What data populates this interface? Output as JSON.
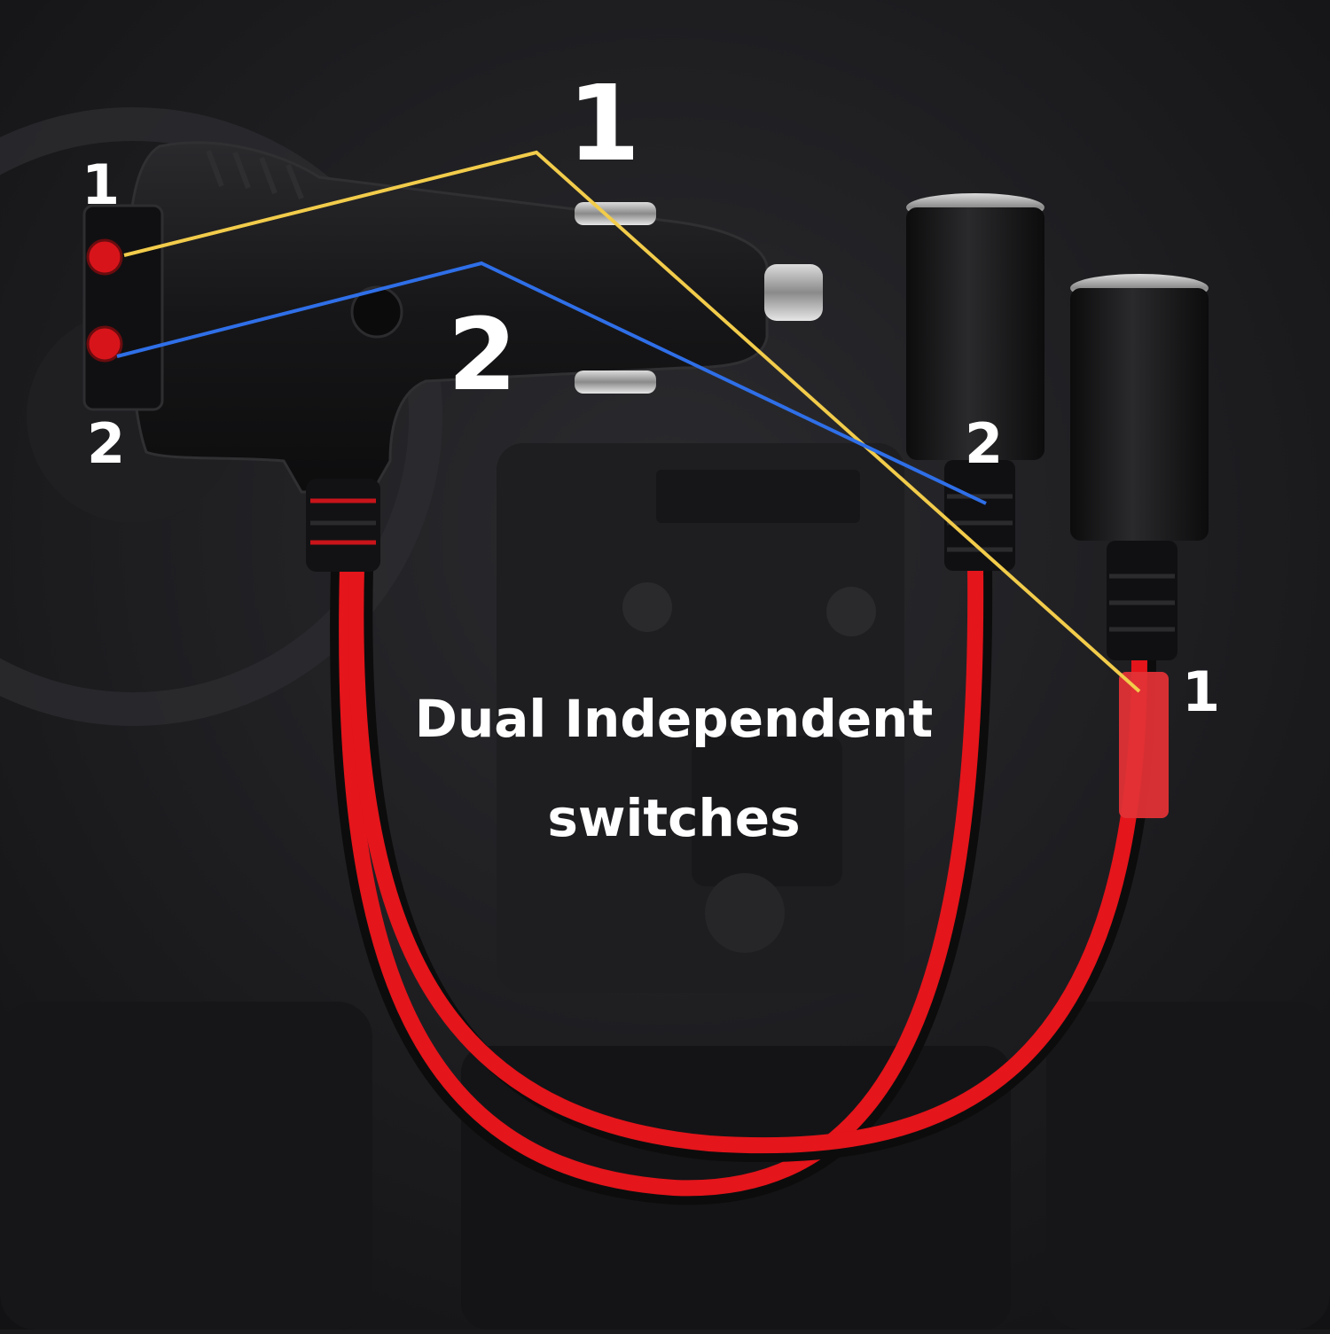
{
  "colors": {
    "background": "#1b1b1e",
    "plug_body": "#141416",
    "cable_red": "#e4151b",
    "cable_black": "#0c0c0c",
    "switch_led": "#d8141b",
    "callout_line_1": "#f2cc4b",
    "callout_line_2": "#2f6fe8",
    "text": "#ffffff"
  },
  "labels": {
    "plug_switch_1": "1",
    "plug_switch_2": "2",
    "callout_1": "1",
    "callout_2": "2",
    "socket_2": "2",
    "socket_1": "1"
  },
  "caption": {
    "line1": "Dual Independent",
    "line2": "switches"
  },
  "icons": [
    "car-cigarette-plug",
    "power-socket",
    "switch-button"
  ]
}
